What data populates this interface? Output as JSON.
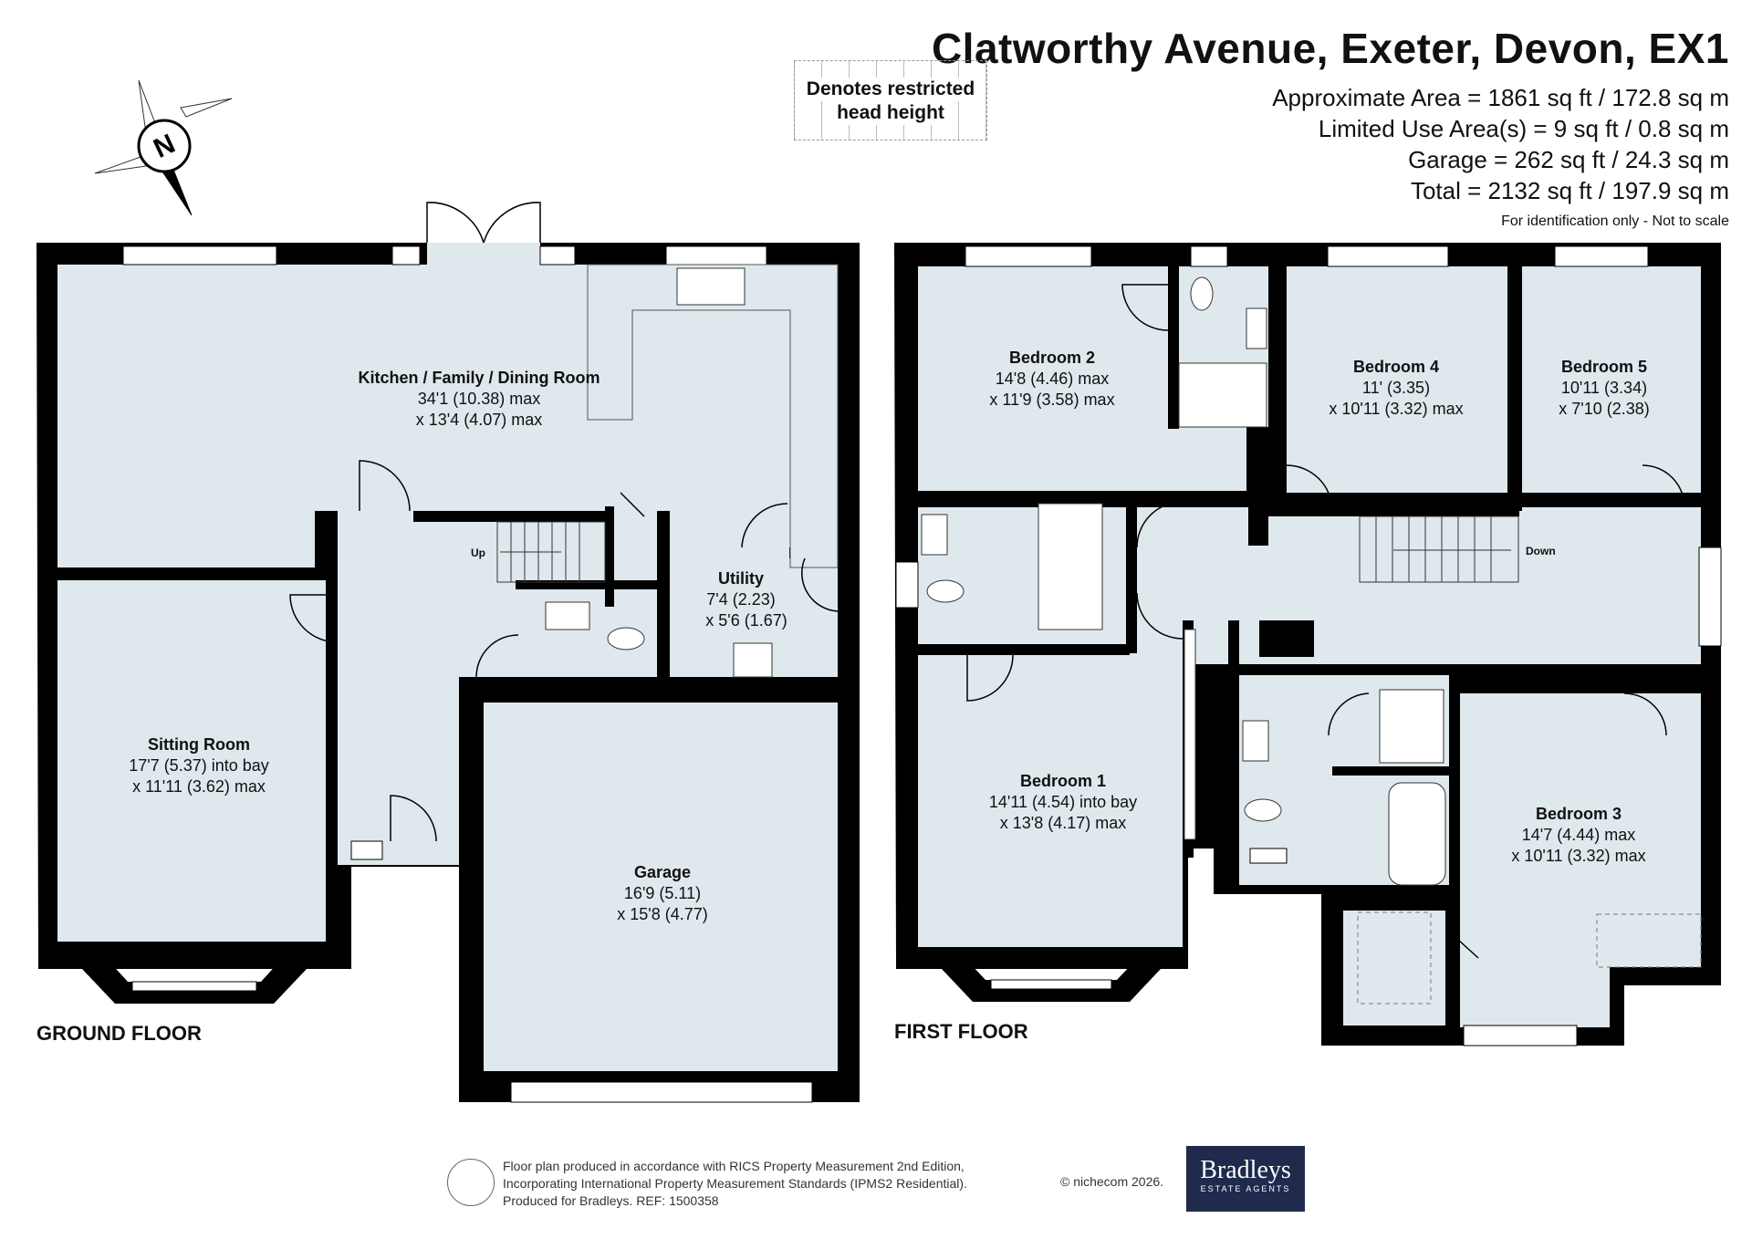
{
  "header": {
    "title": "Clatworthy Avenue, Exeter, Devon, EX1",
    "areas": [
      "Approximate Area = 1861 sq ft / 172.8 sq m",
      "Limited Use Area(s) = 9 sq ft / 0.8 sq m",
      "Garage = 262 sq ft / 24.3 sq m",
      "Total = 2132 sq ft / 197.9 sq m"
    ],
    "note": "For identification only - Not to scale"
  },
  "legend": {
    "restricted_line1": "Denotes restricted",
    "restricted_line2": "head height"
  },
  "compass": {
    "letter": "N"
  },
  "ground_floor": {
    "label": "GROUND FLOOR",
    "kitchen": {
      "name": "Kitchen / Family / Dining Room",
      "dim1": "34'1 (10.38) max",
      "dim2": "x 13'4 (4.07) max"
    },
    "sitting": {
      "name": "Sitting Room",
      "dim1": "17'7 (5.37) into bay",
      "dim2": "x 11'11 (3.62) max"
    },
    "utility": {
      "name": "Utility",
      "dim1": "7'4 (2.23)",
      "dim2": "x 5'6 (1.67)"
    },
    "garage": {
      "name": "Garage",
      "dim1": "16'9 (5.11)",
      "dim2": "x 15'8 (4.77)"
    },
    "stairs": "Up"
  },
  "first_floor": {
    "label": "FIRST FLOOR",
    "bed2": {
      "name": "Bedroom 2",
      "dim1": "14'8 (4.46) max",
      "dim2": "x 11'9 (3.58) max"
    },
    "bed4": {
      "name": "Bedroom 4",
      "dim1": "11' (3.35)",
      "dim2": "x 10'11 (3.32) max"
    },
    "bed5": {
      "name": "Bedroom 5",
      "dim1": "10'11 (3.34)",
      "dim2": "x 7'10 (2.38)"
    },
    "bed1": {
      "name": "Bedroom 1",
      "dim1": "14'11 (4.54) into bay",
      "dim2": "x 13'8 (4.17) max"
    },
    "bed3": {
      "name": "Bedroom 3",
      "dim1": "14'7 (4.44) max",
      "dim2": "x 10'11 (3.32) max"
    },
    "stairs": "Down"
  },
  "footer": {
    "line1": "Floor plan produced in accordance with RICS Property Measurement 2nd Edition,",
    "line2": "Incorporating International Property Measurement Standards (IPMS2 Residential).",
    "line3": "Produced for Bradleys.   REF: 1500358",
    "copyright": "© nichecom 2026.",
    "logo_name": "Bradleys",
    "logo_sub": "ESTATE AGENTS"
  },
  "colors": {
    "room_fill": "#dfe8ed",
    "wall": "#000000",
    "logo_bg": "#1f2a4d"
  }
}
